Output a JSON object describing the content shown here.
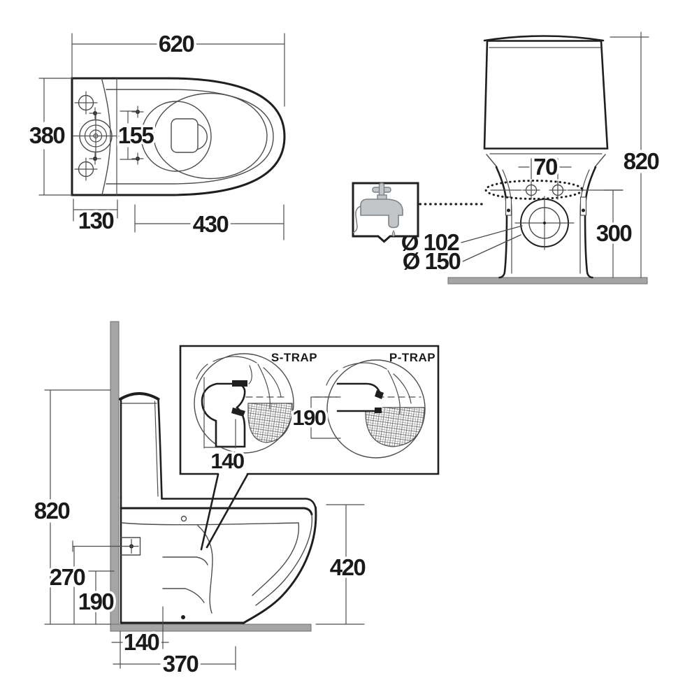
{
  "colors": {
    "line": "#1f1f1f",
    "thin_line": "#4d4d4d",
    "concrete": "#a5a5a5",
    "concrete_edge": "#6f6f6f",
    "faucet_fill": "#c3c6c8",
    "faucet_edge": "#7e8286",
    "background": "#ffffff"
  },
  "views": {
    "top": {
      "width": "620",
      "depth": "380",
      "hole_spacing": "155",
      "cistern_depth": "130",
      "seat_length": "430"
    },
    "rear": {
      "inlet_spacing": "70",
      "height": "820",
      "outlet_height": "300",
      "outlet_dia_small": "Ø 102",
      "outlet_dia_large": "Ø 150"
    },
    "side": {
      "height": "820",
      "inlet_height": "270",
      "outlet_height": "190",
      "outlet_offset": "140",
      "fixing_distance": "370",
      "bowl_height": "420"
    },
    "trap_detail": {
      "s_trap_label": "S-TRAP",
      "p_trap_label": "P-TRAP",
      "trap_height": "190",
      "trap_offset": "140"
    }
  }
}
